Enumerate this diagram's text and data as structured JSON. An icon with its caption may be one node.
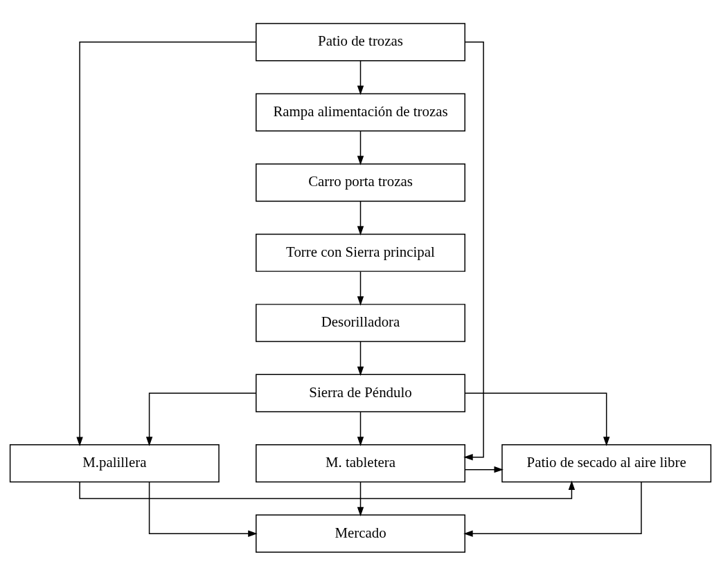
{
  "diagram": {
    "nodes": [
      {
        "text": [
          "Patio de trozas"
        ]
      },
      {
        "text": [
          "Rampa alimentación de trozas"
        ]
      },
      {
        "text": [
          "Carro porta trozas"
        ]
      },
      {
        "text": [
          "Torre con Sierra principal"
        ]
      },
      {
        "text": [
          "Desorilladora"
        ]
      },
      {
        "text": [
          "Sierra de Péndulo"
        ]
      },
      {
        "text": [
          "M.palillera"
        ]
      },
      {
        "text": [
          "Patio de secado al aire libre"
        ]
      },
      {
        "text": [
          "M. tabletera"
        ]
      },
      {
        "text": [
          "Mercado"
        ]
      }
    ],
    "edges": [
      {
        "from": 0,
        "to": 1,
        "arrow": "to"
      },
      {
        "from": 1,
        "to": 2,
        "arrow": "to"
      },
      {
        "from": 2,
        "to": 3,
        "arrow": "to"
      },
      {
        "from": 3,
        "to": 4,
        "arrow": "to"
      },
      {
        "from": 4,
        "to": 5,
        "arrow": "to"
      },
      {
        "from": 0,
        "to": 6,
        "arrow": "to"
      },
      {
        "from": 0,
        "to": 8,
        "arrow": "to"
      },
      {
        "from": 5,
        "to": 6,
        "arrow": "to"
      },
      {
        "from": 5,
        "to": 7,
        "arrow": "to"
      },
      {
        "from": 5,
        "to": 8,
        "arrow": "to"
      },
      {
        "from": 6,
        "to": 7,
        "arrow": "to"
      },
      {
        "from": 8,
        "to": 7,
        "arrow": "to"
      },
      {
        "from": 7,
        "to": 9,
        "arrow": "to"
      },
      {
        "from": 6,
        "to": 9,
        "arrow": "to"
      },
      {
        "from": 8,
        "to": 9,
        "arrow": "to"
      }
    ]
  }
}
